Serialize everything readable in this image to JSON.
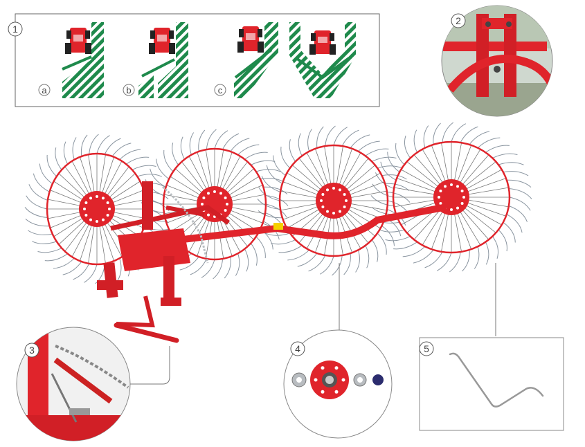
{
  "callouts": {
    "c1": "1",
    "c2": "2",
    "c3": "3",
    "c4": "4",
    "c5": "5"
  },
  "modes": {
    "a": "a",
    "b": "b",
    "c": "c"
  },
  "colors": {
    "frame_red": "#e0242b",
    "hatch_green": "#1f8a4c",
    "tine_grey": "#8a95a0",
    "callout_border": "#555555",
    "background": "#ffffff"
  },
  "wheels": {
    "count": 4
  }
}
